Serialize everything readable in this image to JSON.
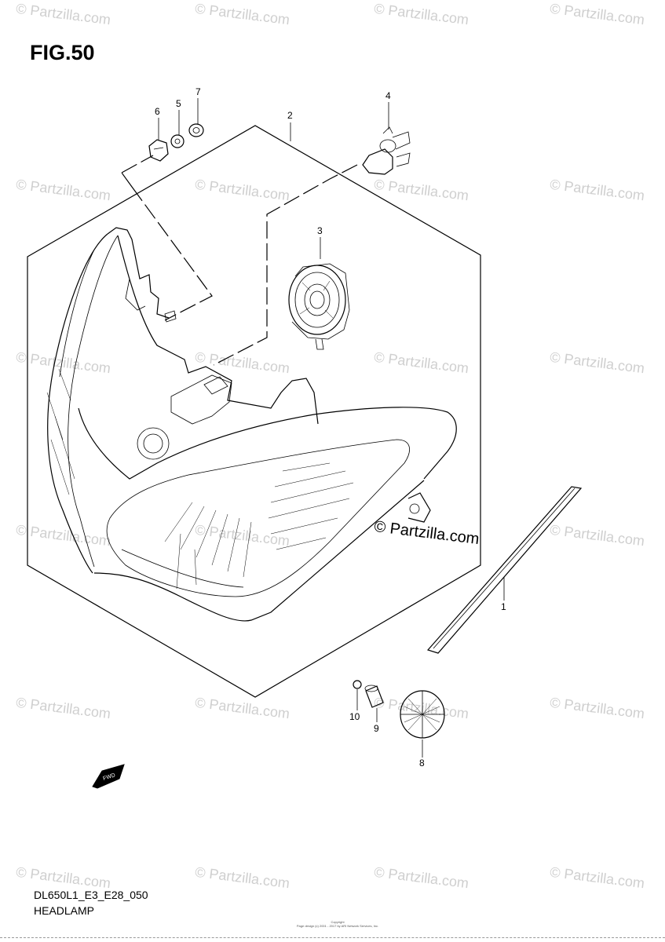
{
  "figure": {
    "title": "FIG.50",
    "model_code": "DL650L1_E3_E28_050",
    "section_name": "HEADLAMP",
    "copyright_lines": [
      "Copyright",
      "Page design (c) 2001 - 2017 by ARI Network Services, Inc."
    ]
  },
  "watermark": {
    "text": "© Partzilla.com",
    "strong_text": "© Partzilla.com"
  },
  "callouts": [
    "1",
    "2",
    "3",
    "4",
    "5",
    "6",
    "7",
    "8",
    "9",
    "10"
  ],
  "direction_marker": {
    "label": "FWD",
    "icon": "fwd-arrow-icon"
  }
}
